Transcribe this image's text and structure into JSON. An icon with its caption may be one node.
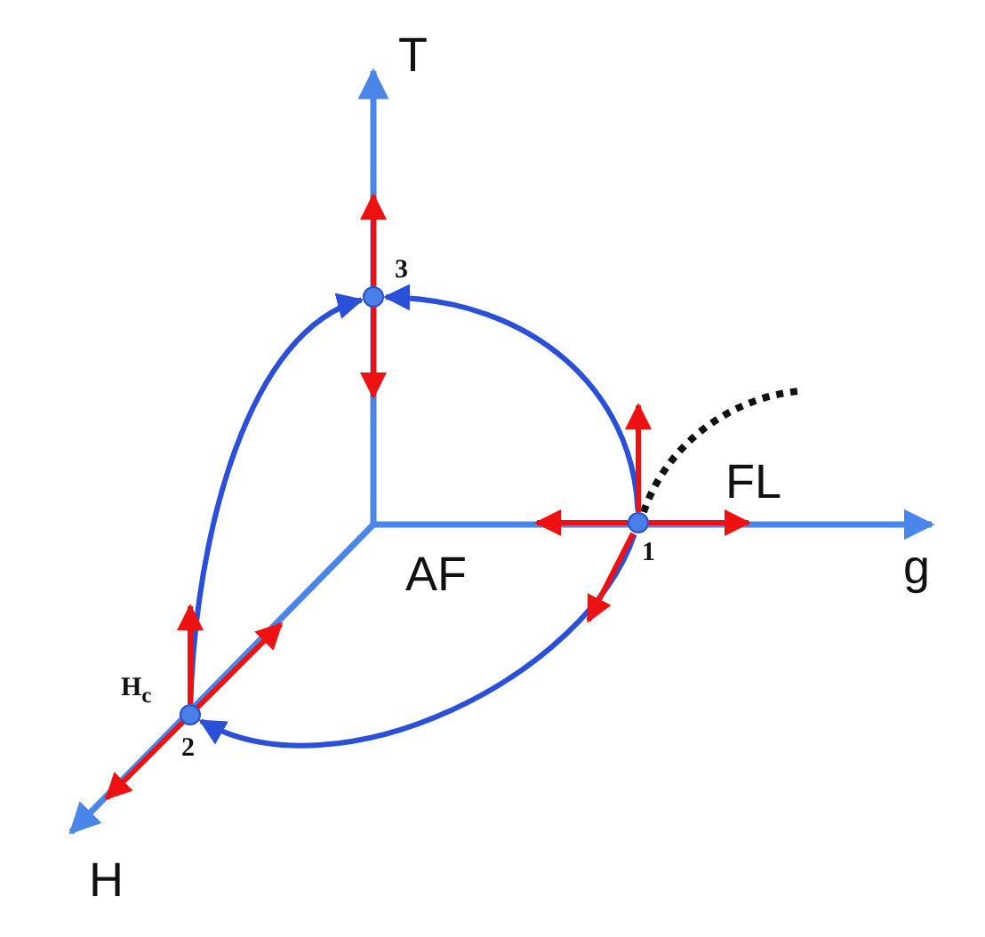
{
  "diagram": {
    "nodes": [
      {
        "text": [],
        "shape": "circle",
        "beside": [
          "H$_{c}$",
          "2"
        ]
      },
      {
        "text": [],
        "shape": "circle",
        "beside": [
          "3"
        ]
      },
      {
        "text": [],
        "shape": "circle",
        "beside": [
          "1"
        ]
      }
    ],
    "edges": [
      {
        "from": 2,
        "to": 1,
        "arrow": "to"
      },
      {
        "from": 0,
        "to": 1,
        "arrow": "to"
      },
      {
        "from": 2,
        "to": 0,
        "arrow": "to"
      }
    ],
    "labels": [
      "T",
      "FL",
      "AF",
      "g",
      "H"
    ]
  }
}
